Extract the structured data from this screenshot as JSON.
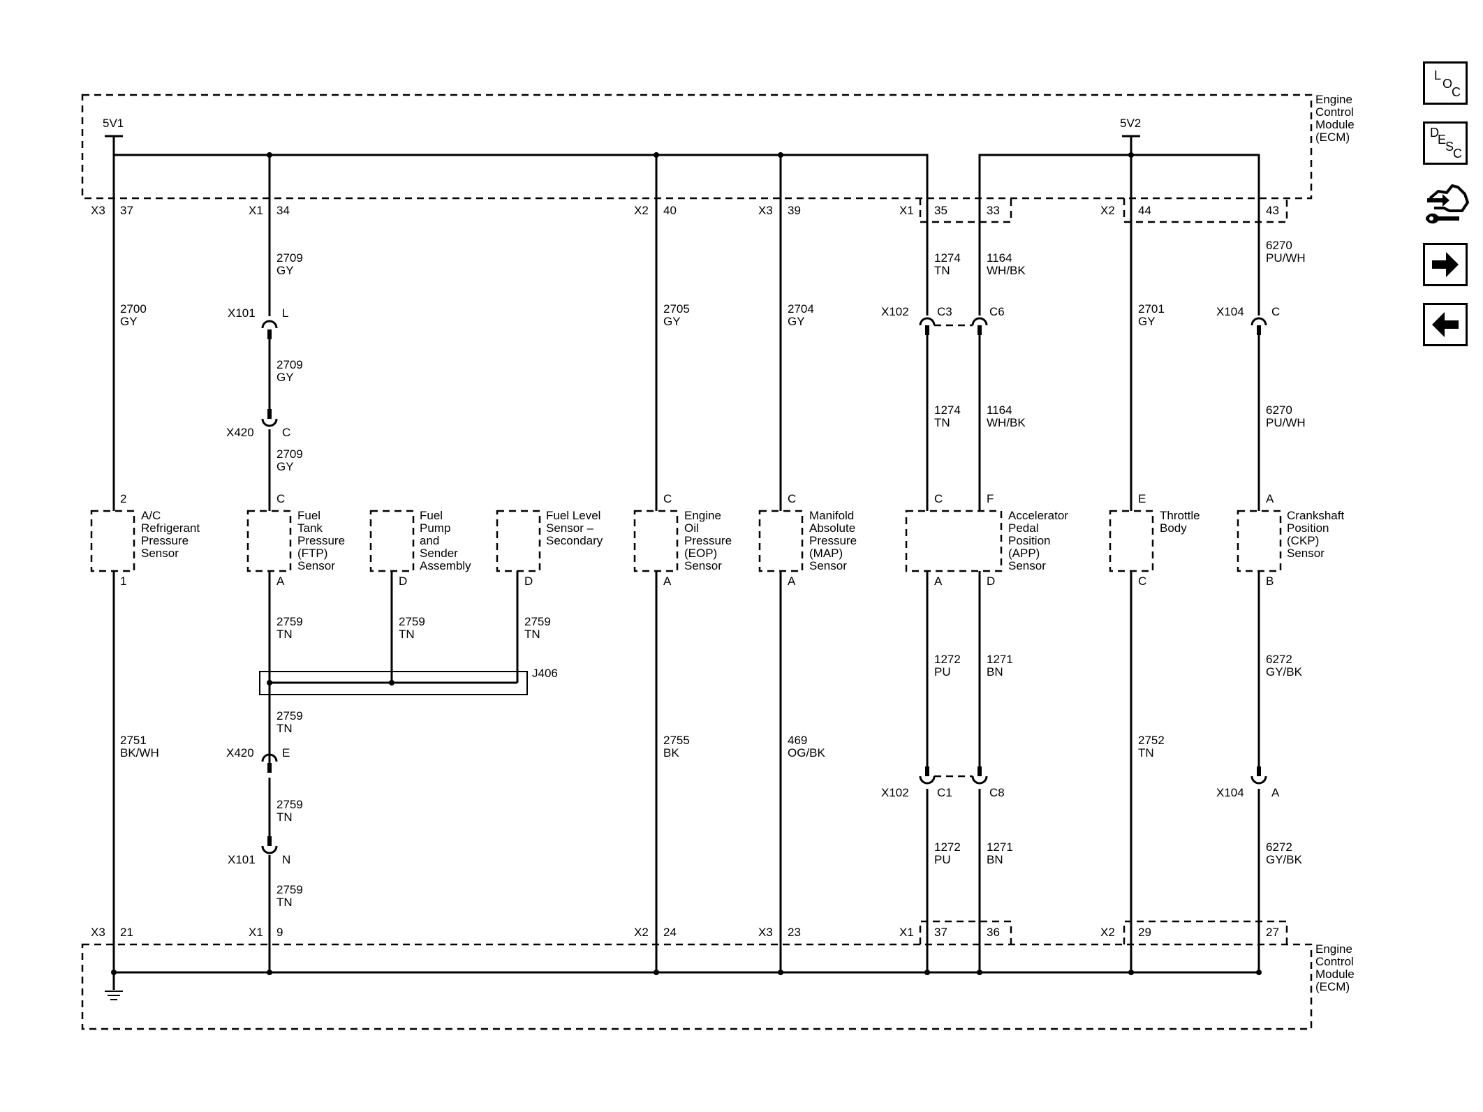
{
  "ecm": {
    "label_lines": [
      "Engine",
      "Control",
      "Module",
      "(ECM)"
    ],
    "supply_1": "5V1",
    "supply_2": "5V2"
  },
  "connectors_top": [
    {
      "conn": "X3",
      "pin": "37"
    },
    {
      "conn": "X1",
      "pin": "34"
    },
    {
      "conn": "X2",
      "pin": "40"
    },
    {
      "conn": "X3",
      "pin": "39"
    },
    {
      "conn": "X1",
      "pin": "35"
    },
    {
      "conn": "",
      "pin": "33"
    },
    {
      "conn": "X2",
      "pin": "44"
    },
    {
      "conn": "",
      "pin": "43"
    }
  ],
  "connectors_bottom": [
    {
      "conn": "X3",
      "pin": "21"
    },
    {
      "conn": "X1",
      "pin": "9"
    },
    {
      "conn": "X2",
      "pin": "24"
    },
    {
      "conn": "X3",
      "pin": "23"
    },
    {
      "conn": "X1",
      "pin": "37"
    },
    {
      "conn": "",
      "pin": "36"
    },
    {
      "conn": "X2",
      "pin": "29"
    },
    {
      "conn": "",
      "pin": "27"
    }
  ],
  "wire_labels": [
    {
      "circuit": "2700",
      "color": "GY"
    },
    {
      "circuit": "2709",
      "color": "GY"
    },
    {
      "circuit": "2709",
      "color": "GY"
    },
    {
      "circuit": "2709",
      "color": "GY"
    },
    {
      "circuit": "2705",
      "color": "GY"
    },
    {
      "circuit": "2704",
      "color": "GY"
    },
    {
      "circuit": "1274",
      "color": "TN"
    },
    {
      "circuit": "1164",
      "color": "WH/BK"
    },
    {
      "circuit": "1274",
      "color": "TN"
    },
    {
      "circuit": "1164",
      "color": "WH/BK"
    },
    {
      "circuit": "2701",
      "color": "GY"
    },
    {
      "circuit": "6270",
      "color": "PU/WH"
    },
    {
      "circuit": "6270",
      "color": "PU/WH"
    },
    {
      "circuit": "2759",
      "color": "TN"
    },
    {
      "circuit": "2759",
      "color": "TN"
    },
    {
      "circuit": "2759",
      "color": "TN"
    },
    {
      "circuit": "2759",
      "color": "TN"
    },
    {
      "circuit": "2759",
      "color": "TN"
    },
    {
      "circuit": "2759",
      "color": "TN"
    },
    {
      "circuit": "2751",
      "color": "BK/WH"
    },
    {
      "circuit": "2755",
      "color": "BK"
    },
    {
      "circuit": "469",
      "color": "OG/BK"
    },
    {
      "circuit": "1272",
      "color": "PU"
    },
    {
      "circuit": "1271",
      "color": "BN"
    },
    {
      "circuit": "1272",
      "color": "PU"
    },
    {
      "circuit": "1271",
      "color": "BN"
    },
    {
      "circuit": "2752",
      "color": "TN"
    },
    {
      "circuit": "6272",
      "color": "GY/BK"
    },
    {
      "circuit": "6272",
      "color": "GY/BK"
    }
  ],
  "inline_connectors": [
    {
      "name": "X101",
      "pin": "L"
    },
    {
      "name": "X420",
      "pin": "C"
    },
    {
      "name": "X420",
      "pin": "E"
    },
    {
      "name": "X101",
      "pin": "N"
    },
    {
      "name": "X102",
      "pin": "C3"
    },
    {
      "name": "",
      "pin": "C6"
    },
    {
      "name": "X104",
      "pin": "C"
    },
    {
      "name": "X102",
      "pin": "C1"
    },
    {
      "name": "",
      "pin": "C8"
    },
    {
      "name": "X104",
      "pin": "A"
    }
  ],
  "splice": "J406",
  "components": [
    {
      "label_lines": [
        "A/C",
        "Refrigerant",
        "Pressure",
        "Sensor"
      ],
      "pin_top": "2",
      "pin_bottom": "1"
    },
    {
      "label_lines": [
        "Fuel",
        "Tank",
        "Pressure",
        "(FTP)",
        "Sensor"
      ],
      "pin_top": "C",
      "pin_bottom": "A"
    },
    {
      "label_lines": [
        "Fuel",
        "Pump",
        "and",
        "Sender",
        "Assembly"
      ],
      "pin_bottom": "D"
    },
    {
      "label_lines": [
        "Fuel Level",
        "Sensor –",
        "Secondary"
      ],
      "pin_bottom": "D"
    },
    {
      "label_lines": [
        "Engine",
        "Oil",
        "Pressure",
        "(EOP)",
        "Sensor"
      ],
      "pin_top": "C",
      "pin_bottom": "A"
    },
    {
      "label_lines": [
        "Manifold",
        "Absolute",
        "Pressure",
        "(MAP)",
        "Sensor"
      ],
      "pin_top": "C",
      "pin_bottom": "A"
    },
    {
      "label_lines": [
        "Accelerator",
        "Pedal",
        "Position",
        "(APP)",
        "Sensor"
      ],
      "pin_top_1": "C",
      "pin_top_2": "F",
      "pin_bottom_1": "A",
      "pin_bottom_2": "D"
    },
    {
      "label_lines": [
        "Throttle",
        "Body"
      ],
      "pin_top": "E",
      "pin_bottom": "C"
    },
    {
      "label_lines": [
        "Crankshaft",
        "Position",
        "(CKP)",
        "Sensor"
      ],
      "pin_top": "A",
      "pin_bottom": "B"
    }
  ],
  "nav": {
    "loc": [
      "L",
      "O",
      "C"
    ],
    "desc": [
      "D",
      "E",
      "S",
      "C"
    ],
    "icons": [
      "vehicle-wrench-icon",
      "arrow-right-icon",
      "arrow-left-icon"
    ]
  }
}
